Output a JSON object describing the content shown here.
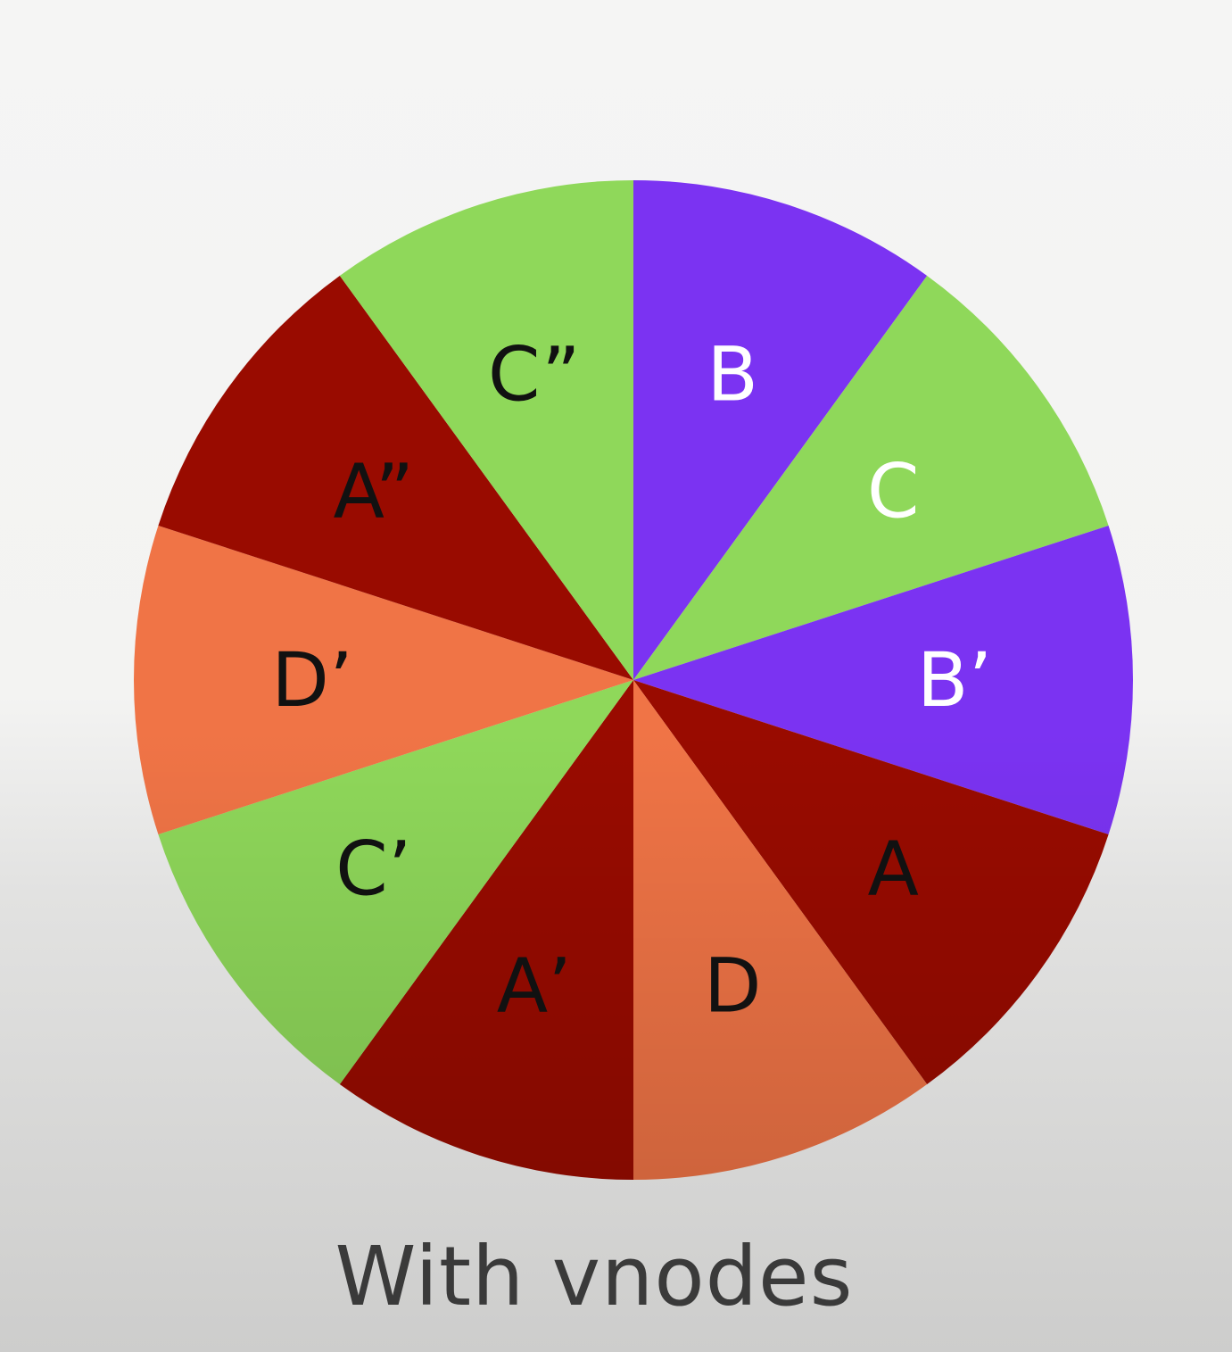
{
  "diagram": {
    "caption": "With vnodes",
    "colors": {
      "A": "#990b00",
      "B": "#7b33f2",
      "C": "#8fd85a",
      "D": "#f07446"
    },
    "segments": [
      {
        "label": "B",
        "node": "B",
        "text_color": "#ffffff"
      },
      {
        "label": "C",
        "node": "C",
        "text_color": "#ffffff"
      },
      {
        "label": "B’",
        "node": "B",
        "text_color": "#ffffff"
      },
      {
        "label": "A",
        "node": "A",
        "text_color": "#111111"
      },
      {
        "label": "D",
        "node": "D",
        "text_color": "#111111"
      },
      {
        "label": "A’",
        "node": "A",
        "text_color": "#111111"
      },
      {
        "label": "C’",
        "node": "C",
        "text_color": "#111111"
      },
      {
        "label": "D’",
        "node": "D",
        "text_color": "#111111"
      },
      {
        "label": "A”",
        "node": "A",
        "text_color": "#111111"
      },
      {
        "label": "C”",
        "node": "C",
        "text_color": "#111111"
      }
    ]
  }
}
